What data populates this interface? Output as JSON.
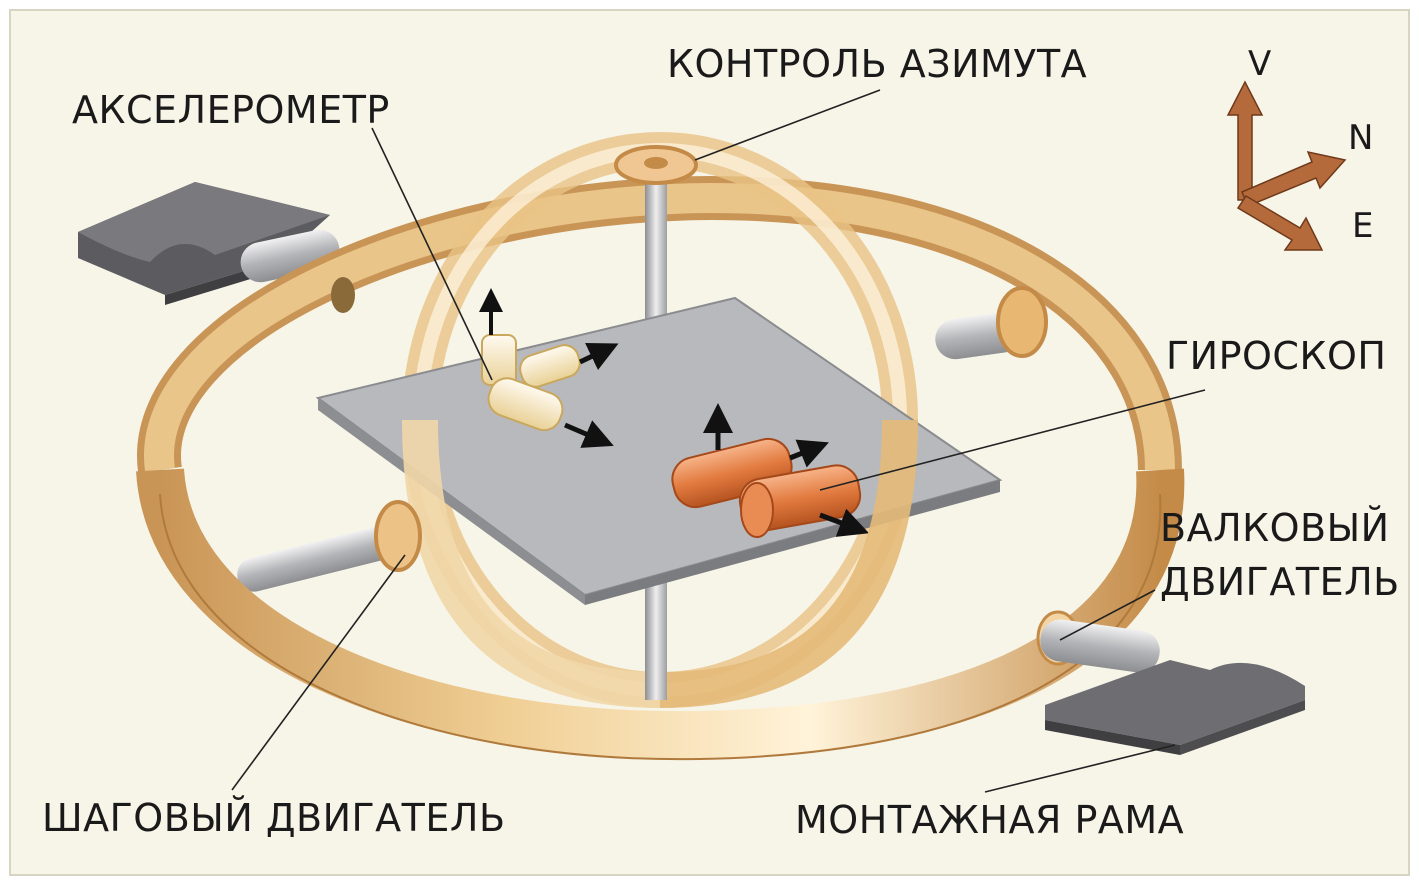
{
  "labels": {
    "azimuth_control": "КОНТРОЛЬ АЗИМУТА",
    "accelerometer": "АКСЕЛЕРОМЕТР",
    "gyroscope": "ГИРОСКОП",
    "roll_motor_line1": "ВАЛКОВЫЙ",
    "roll_motor_line2": "ДВИГАТЕЛЬ",
    "stepper_motor": "ШАГОВЫЙ ДВИГАТЕЛЬ",
    "mounting_frame": "МОНТАЖНАЯ РАМА"
  },
  "axes": {
    "vertical": "V",
    "north": "N",
    "east": "E"
  },
  "colors": {
    "background": "#f7f4e8",
    "ring": "#d9ad6d",
    "ring_dark": "#a8753a",
    "platform": "#b8b9bc",
    "rod": "#c9cacc",
    "mount": "#6e6e72",
    "gyro": "#e07a40",
    "accelerometer": "#f5e2a8",
    "axis_arrow": "#b56a3c"
  }
}
